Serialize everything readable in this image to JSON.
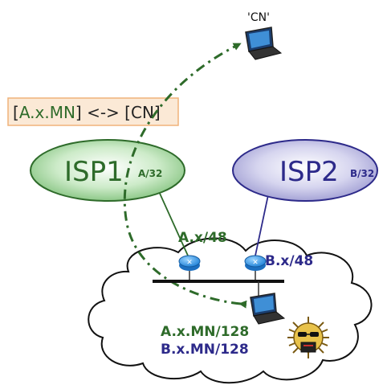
{
  "cn_label": "'CN'",
  "binding": {
    "left": "[",
    "addr": "A.x.MN",
    "right": "] <-> [CN]"
  },
  "isp1": {
    "name": "ISP1",
    "prefix": "A/32"
  },
  "isp2": {
    "name": "ISP2",
    "prefix": "B/32"
  },
  "site_prefix_a": "A.x/48",
  "site_prefix_b": "B.x/48",
  "mn_addr_a": "A.x.MN/128",
  "mn_addr_b": "B.x.MN/128",
  "colors": {
    "green": "#2e6b2a",
    "blue": "#2d2a8a",
    "binding_bg": "#fbe9d6",
    "binding_border": "#f0b27a"
  },
  "icons": [
    "laptop-icon",
    "router-icon",
    "secret-mascot-icon"
  ]
}
